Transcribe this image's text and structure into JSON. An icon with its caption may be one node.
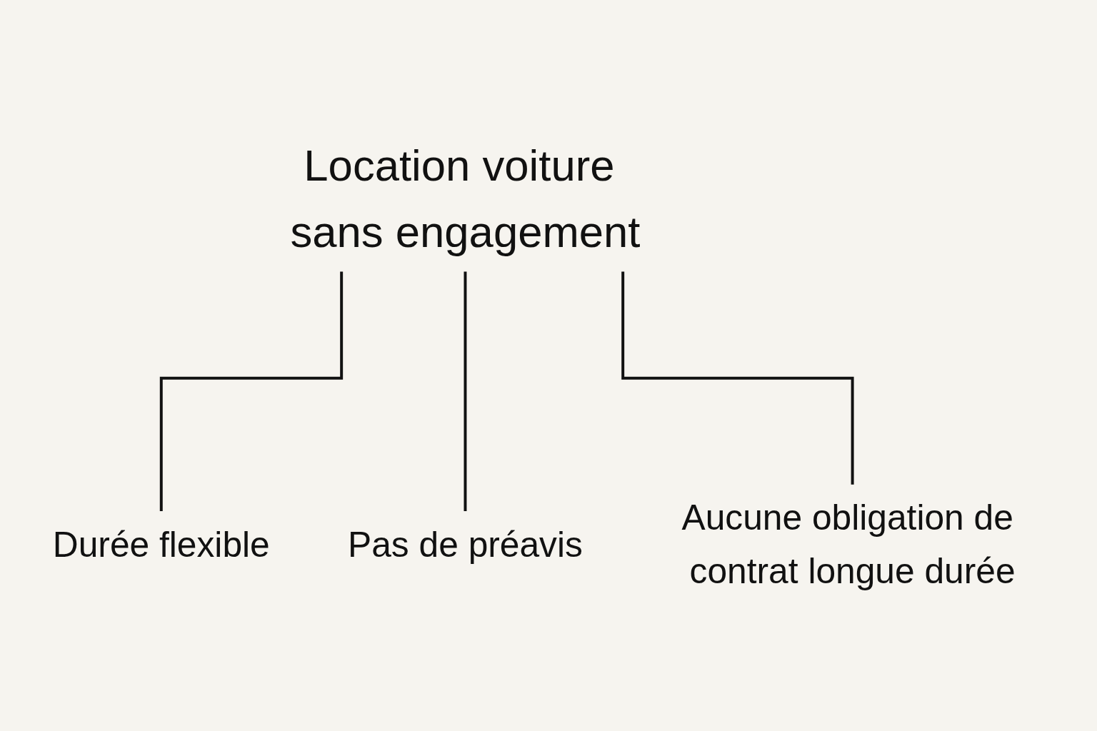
{
  "diagram": {
    "nodes": [
      {
        "text": [
          "Location voiture sans engagement"
        ]
      },
      {
        "text": [
          "Durée flexible"
        ]
      },
      {
        "text": [
          "Pas de préavis"
        ]
      },
      {
        "text": [
          "Aucune obligation de contrat longue durée"
        ]
      }
    ],
    "edges": [
      {
        "from": 0,
        "to": 1,
        "arrow": "none"
      },
      {
        "from": 0,
        "to": 2,
        "arrow": "none"
      },
      {
        "from": 0,
        "to": 3,
        "arrow": "none"
      }
    ]
  }
}
